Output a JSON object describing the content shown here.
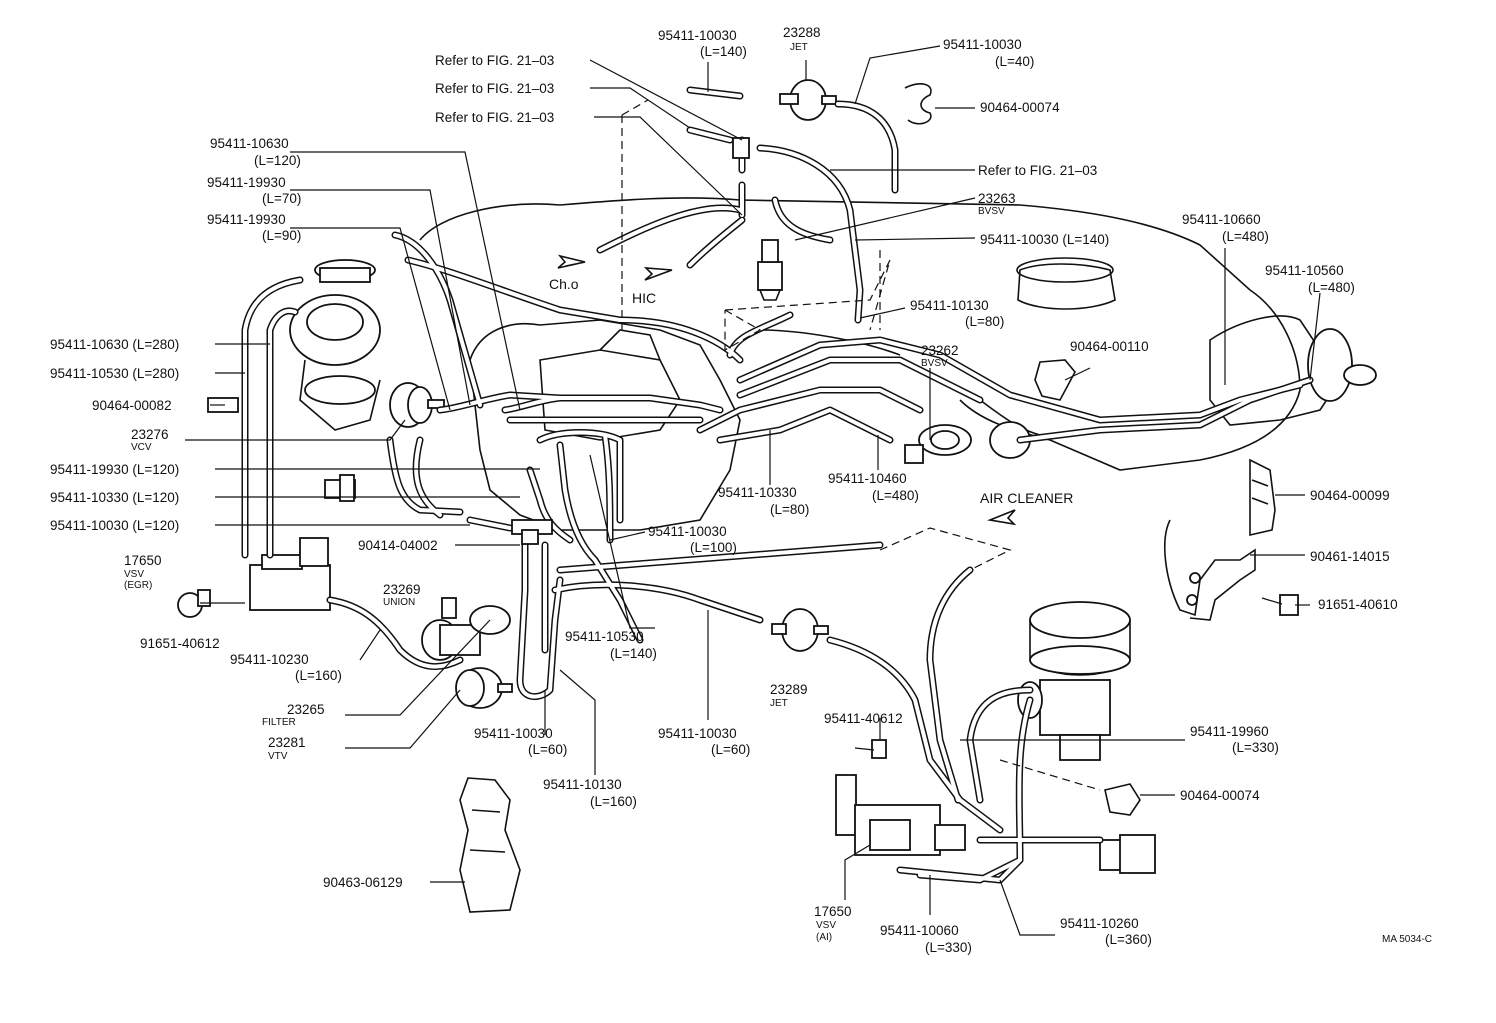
{
  "labels": [
    {
      "id": "l1",
      "pn": "95411-10030",
      "sub": "(L=140)"
    },
    {
      "id": "l2",
      "pn": "23288",
      "sub": "JET"
    },
    {
      "id": "l3",
      "pn": "95411-10030",
      "sub": "(L=40)"
    },
    {
      "id": "l4",
      "pn": "90464-00074",
      "sub": ""
    },
    {
      "id": "l5",
      "pn": "95411-10630",
      "sub": "(L=120)"
    },
    {
      "id": "l6",
      "pn": "95411-19930",
      "sub": "(L=70)"
    },
    {
      "id": "l7",
      "pn": "95411-19930",
      "sub": "(L=90)"
    },
    {
      "id": "l8",
      "pn": "23263",
      "sub": "BVSV"
    },
    {
      "id": "l9",
      "pn": "95411-10030 (L=140)",
      "sub": ""
    },
    {
      "id": "l10",
      "pn": "95411-10660",
      "sub": "(L=480)"
    },
    {
      "id": "l11",
      "pn": "95411-10560",
      "sub": "(L=480)"
    },
    {
      "id": "l12",
      "pn": "95411-10130",
      "sub": "(L=80)"
    },
    {
      "id": "l13",
      "pn": "95411-10630 (L=280)",
      "sub": ""
    },
    {
      "id": "l14",
      "pn": "95411-10530 (L=280)",
      "sub": ""
    },
    {
      "id": "l15",
      "pn": "90464-00082",
      "sub": ""
    },
    {
      "id": "l16",
      "pn": "23262",
      "sub": "BVSV"
    },
    {
      "id": "l17",
      "pn": "90464-00110",
      "sub": ""
    },
    {
      "id": "l18",
      "pn": "23276",
      "sub": "VCV"
    },
    {
      "id": "l19",
      "pn": "95411-19930 (L=120)",
      "sub": ""
    },
    {
      "id": "l20",
      "pn": "95411-10330 (L=120)",
      "sub": ""
    },
    {
      "id": "l21",
      "pn": "95411-10030 (L=120)",
      "sub": ""
    },
    {
      "id": "l22",
      "pn": "95411-10330",
      "sub": "(L=80)"
    },
    {
      "id": "l23",
      "pn": "95411-10460",
      "sub": "(L=480)"
    },
    {
      "id": "l24",
      "pn": "90464-00099",
      "sub": ""
    },
    {
      "id": "l25",
      "pn": "95411-10030",
      "sub": "(L=100)"
    },
    {
      "id": "l26",
      "pn": "90414-04002",
      "sub": ""
    },
    {
      "id": "l27",
      "pn": "90461-14015",
      "sub": ""
    },
    {
      "id": "l28",
      "pn": "23269",
      "sub": "UNION"
    },
    {
      "id": "l29",
      "pn": "91651-40610",
      "sub": ""
    },
    {
      "id": "l30",
      "pn": "95411-10530",
      "sub": "(L=140)"
    },
    {
      "id": "l31",
      "pn": "91651-40612",
      "sub": ""
    },
    {
      "id": "l32",
      "pn": "95411-10230",
      "sub": "(L=160)"
    },
    {
      "id": "l33",
      "pn": "23289",
      "sub": "JET"
    },
    {
      "id": "l34",
      "pn": "23265",
      "sub": "FILTER"
    },
    {
      "id": "l35",
      "pn": "23281",
      "sub": "VTV"
    },
    {
      "id": "l36",
      "pn": "95411-40612",
      "sub": ""
    },
    {
      "id": "l37",
      "pn": "95411-10030",
      "sub": "(L=60)"
    },
    {
      "id": "l38",
      "pn": "95411-10030",
      "sub": "(L=60)"
    },
    {
      "id": "l39",
      "pn": "95411-19960",
      "sub": "(L=330)"
    },
    {
      "id": "l40",
      "pn": "95411-10130",
      "sub": "(L=160)"
    },
    {
      "id": "l41",
      "pn": "90464-00074",
      "sub": ""
    },
    {
      "id": "l42",
      "pn": "90463-06129",
      "sub": ""
    },
    {
      "id": "l43",
      "pn": "95411-10060",
      "sub": "(L=330)"
    },
    {
      "id": "l44",
      "pn": "95411-10260",
      "sub": "(L=360)"
    }
  ],
  "vsv_egr": {
    "pn": "17650",
    "sub1": "VSV",
    "sub2": "(EGR)"
  },
  "vsv_ai": {
    "pn": "17650",
    "sub1": "VSV",
    "sub2": "(AI)"
  },
  "refs": [
    "Refer to FIG. 21–03",
    "Refer to FIG. 21–03",
    "Refer to FIG. 21–03",
    "Refer to FIG. 21–03"
  ],
  "arrows": {
    "cho": "Ch.o",
    "hic": "HIC",
    "air_cleaner": "AIR CLEANER"
  },
  "figure_code": "MA 5034-C"
}
